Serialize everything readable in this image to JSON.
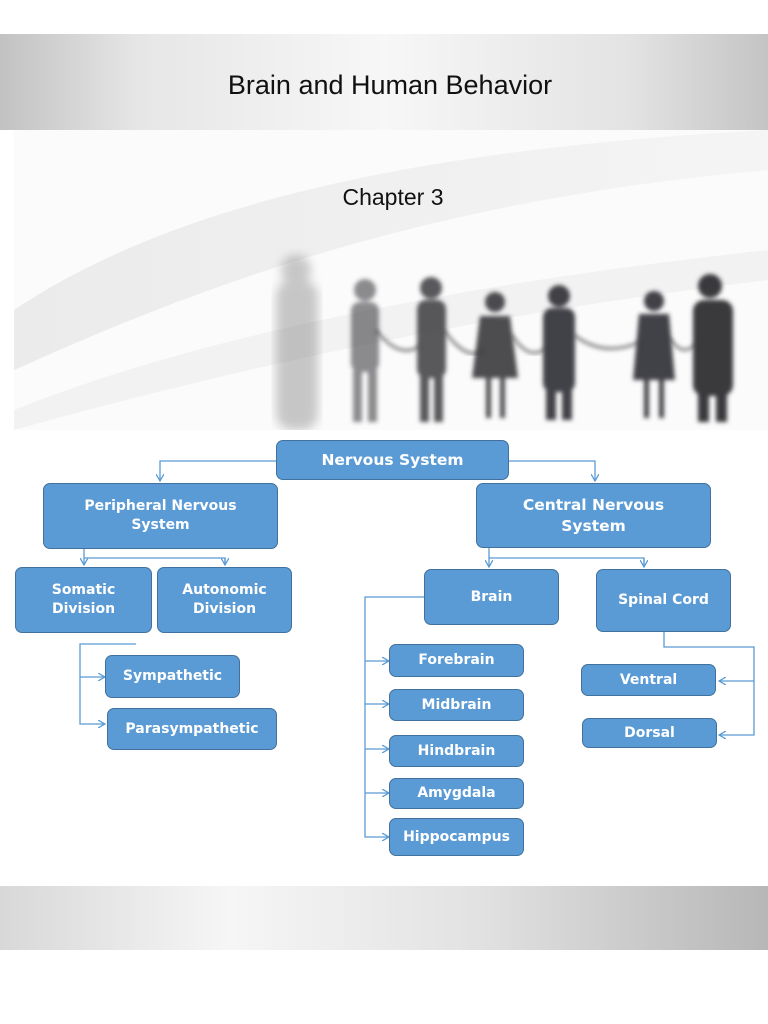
{
  "header": {
    "title": "Brain and Human Behavior"
  },
  "cover": {
    "chapter": "Chapter 3"
  },
  "diagram": {
    "root": "Nervous System",
    "pns": {
      "label": "Peripheral Nervous System",
      "somatic": "Somatic Division",
      "autonomic": "Autonomic Division",
      "sympathetic": "Sympathetic",
      "parasympathetic": "Parasympathetic"
    },
    "cns": {
      "label": "Central Nervous System",
      "brain": "Brain",
      "spinal": "Spinal Cord",
      "brain_parts": [
        "Forebrain",
        "Midbrain",
        "Hindbrain",
        "Amygdala",
        "Hippocampus"
      ],
      "spinal_parts": [
        "Ventral",
        "Dorsal"
      ]
    }
  },
  "colors": {
    "node_fill": "#5b9bd5",
    "node_border": "#41719c",
    "node_text": "#ffffff"
  }
}
